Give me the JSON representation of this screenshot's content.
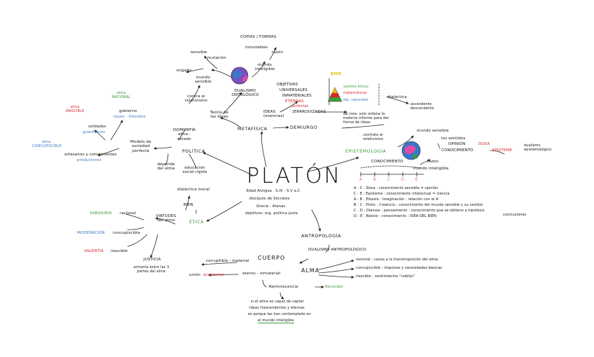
{
  "colors": {
    "ink": "#222222",
    "red": "#d9262c",
    "green": "#3d9a3a",
    "blue": "#3a78c9",
    "yellow": "#e8b417",
    "pink": "#e24ba6",
    "purple": "#7b4fc2",
    "orange": "#f07a28"
  },
  "center": {
    "title": "PLATÓN",
    "line1": "Edad Antigua . S.IV - S.V a.C",
    "line2": "discípulo de Sócrates",
    "line3": "Grecia - Atenas",
    "line4": "objetivos: org. política justa"
  },
  "metafisica": {
    "label": "METAFÍSICA",
    "dualismo": "DUALISMO ONTOLÓGICO",
    "teoria": "Teoría de las Ideas",
    "contraste": "contra el relativismo",
    "mundo_sensible": "mundo sensible",
    "engano": "engaño",
    "mutacion": "mutación",
    "sensible": "sensible",
    "copias": "COPIAS / FORMAS",
    "inmutables": "inmutables",
    "razon": "razón",
    "mundo_inteligible": "mundo inteligible",
    "objetivas": "OBJETIVAS",
    "universales": "UNIVERSALES",
    "inmateriales": "INMATERIALES",
    "eternas": "ETERNAS",
    "perfectas": "perfectas",
    "ideas": "IDEAS (esencias)",
    "jerarquizadas": "JERARQUIZADAS",
    "bien": "BIEN",
    "valores": "valores éticos",
    "matematicas": "matemáticas",
    "naturales": "obj. naturales",
    "dialectica": "dialéctica",
    "ascendente": "ascendente",
    "descendente": "descendente",
    "demiurgo": "DEMIURGO",
    "demiurgo_desc": "da crea. solo ordena la materia informe para dar forma de ideas"
  },
  "epistemologia": {
    "label": "EPISTEMOLOGÍA",
    "contrate": "contrate al relativismo",
    "mundo_sensible": "mundo sensible",
    "los_sentidos": "los sentidos",
    "opinion": "OPINIÓN",
    "doxa": "DOXA",
    "conocimiento": "CONOCIMIENTO",
    "episteme": "EPISTEME",
    "dualismo_epist": "dualismo epistemológico",
    "razon": "razón",
    "mundo_inteligible": "mundo inteligible",
    "conocimiento_line": "CONOCIMIENTO",
    "segments": [
      "A",
      "B",
      "C",
      "D",
      "E"
    ],
    "items": [
      "A - C : Doxa : conocimiento sensible = opinión",
      "C - E : Episteme : conocimiento intelectual = ciencia",
      "A - B : Eikasía : imaginación : relación con el A",
      "B - C : Pístis : Creencia : conocimiento del mundo sensible y su cambio",
      "C - D : Diánoia : pensamiento : conocimiento que se obtiene a hipótesis",
      "D - E : Nóesis : conocimiento : IDEA DEL BIEN"
    ],
    "item_tail": "conclusiones"
  },
  "politica": {
    "label": "POLÍTICA",
    "isomorfia": "ISOMORFÍA alma - estado",
    "depende": "depende del alma",
    "educacion": "educación social rígida",
    "modelo": "Modelo de sociedad perfecta",
    "soldados": "soldados",
    "guardianes": "guardianes",
    "alma_irascible": "alma IRASCIBLE",
    "gobierno": "gobierno",
    "reyes": "reyes - filósofos",
    "alma_racional": "alma RACIONAL",
    "artesanos": "artesanos y comerciantes",
    "productores": "productores",
    "alma_concupiscible": "alma CONCUPISCIBLE"
  },
  "etica": {
    "label": "ÉTICA",
    "dialectica": "dialéctica moral",
    "bien": "BIEN",
    "virtudes": "VIRTUDES del alma",
    "sabiduria": "SABIDURÍA",
    "racional": "racional",
    "moderacion": "MODERACIÓN",
    "concupiscible": "concupiscible",
    "valentia": "VALENTÍA",
    "irascible": "irascible",
    "justicia": "JUSTICIA",
    "justicia_desc": "armonía entre las 3 partes del alma"
  },
  "antropologia": {
    "label": "ANTROPOLOGÍA",
    "dualismo": "DUALISMO ANTROPOLÓGICO",
    "cuerpo": "CUERPO",
    "corruptible": "corruptible - material",
    "alma": "ALMA",
    "eterno": "eterno - inmaterial",
    "union": "unión",
    "accidental": "accidental",
    "racional": "racional : causa a la transmigración del alma",
    "concupiscible": "concupiscible : impulsos y necesidades básicas",
    "irascible": "irascible : sentimientos \"nobles\"",
    "reminiscencia": "Reminiscencia",
    "recordar": "Recordar",
    "si_alma": "si el alma es capaz de captar",
    "ideas_trasc": "Ideas trascendentes y eternas",
    "es_porque": "es porque las han contemplado en",
    "mundo_int": "el mundo inteligible"
  }
}
